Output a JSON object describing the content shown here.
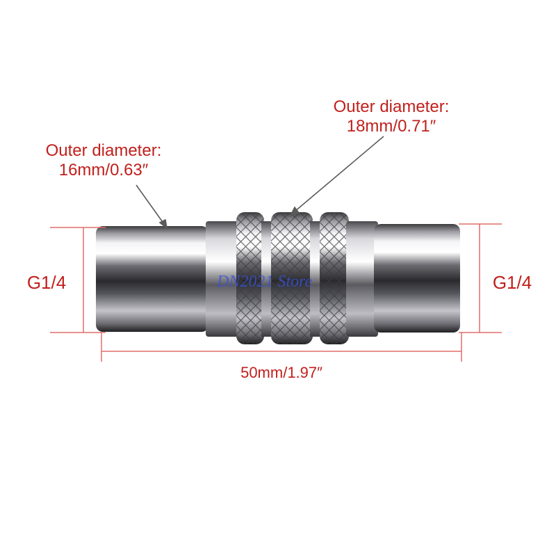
{
  "colors": {
    "annotation_text": "#c0201c",
    "annotation_line": "#5a5a5a",
    "dimension_line": "#e26d6d",
    "watermark": "#3a52d6",
    "background": "#ffffff",
    "chrome_dark": "#2b2b2b",
    "chrome_light": "#f4f4f6"
  },
  "callouts": {
    "left": {
      "line1": "Outer diameter:",
      "line2": "16mm/0.63″"
    },
    "top": {
      "line1": "Outer diameter:",
      "line2": "18mm/0.71″"
    }
  },
  "dimensions": {
    "left_thread": "G1/4",
    "right_thread": "G1/4",
    "length": "50mm/1.97″"
  },
  "watermark": "DN2021 Store"
}
